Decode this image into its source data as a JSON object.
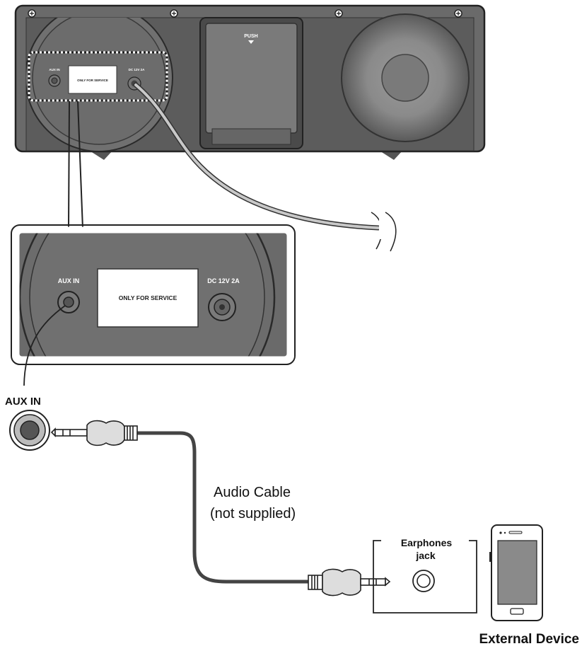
{
  "unit_panel": {
    "push_label": "PUSH",
    "aux_in_small": "AUX IN",
    "service_small": "ONLY FOR SERVICE",
    "dc_small": "DC 12V 2A"
  },
  "zoom_panel": {
    "aux_in_label": "AUX IN",
    "service_label": "ONLY FOR SERVICE",
    "dc_label": "DC 12V 2A"
  },
  "callouts": {
    "aux_in": "AUX IN",
    "audio_cable_line1": "Audio Cable",
    "audio_cable_line2": "(not supplied)",
    "earphones_line1": "Earphones",
    "earphones_line2": "jack",
    "external_device": "External Device"
  }
}
